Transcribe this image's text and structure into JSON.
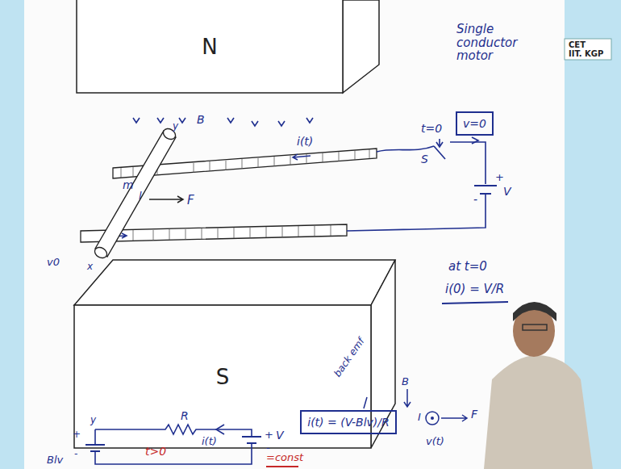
{
  "diagram": {
    "nodes": [
      {
        "text": [
          "N"
        ]
      },
      {
        "text": [
          "S"
        ]
      },
      {
        "text": [
          "v=0"
        ]
      },
      {
        "text": [
          "i(t) = (V-Blv)/R"
        ]
      }
    ],
    "labels": [
      "CET",
      "IIT. KGP",
      "Single conductor motor",
      "t=0",
      "S",
      "+",
      "V",
      "-",
      "B",
      "i(t)",
      "y",
      "m",
      "l",
      "F",
      "v0",
      "x",
      "at t=0",
      "i(0) = V/R",
      "R",
      "i(t)",
      "+",
      "-",
      "V",
      "=const",
      "y",
      "Blv",
      "+",
      "-",
      "t>0",
      "back emf",
      "B",
      "I",
      "F",
      "v(t)"
    ]
  }
}
